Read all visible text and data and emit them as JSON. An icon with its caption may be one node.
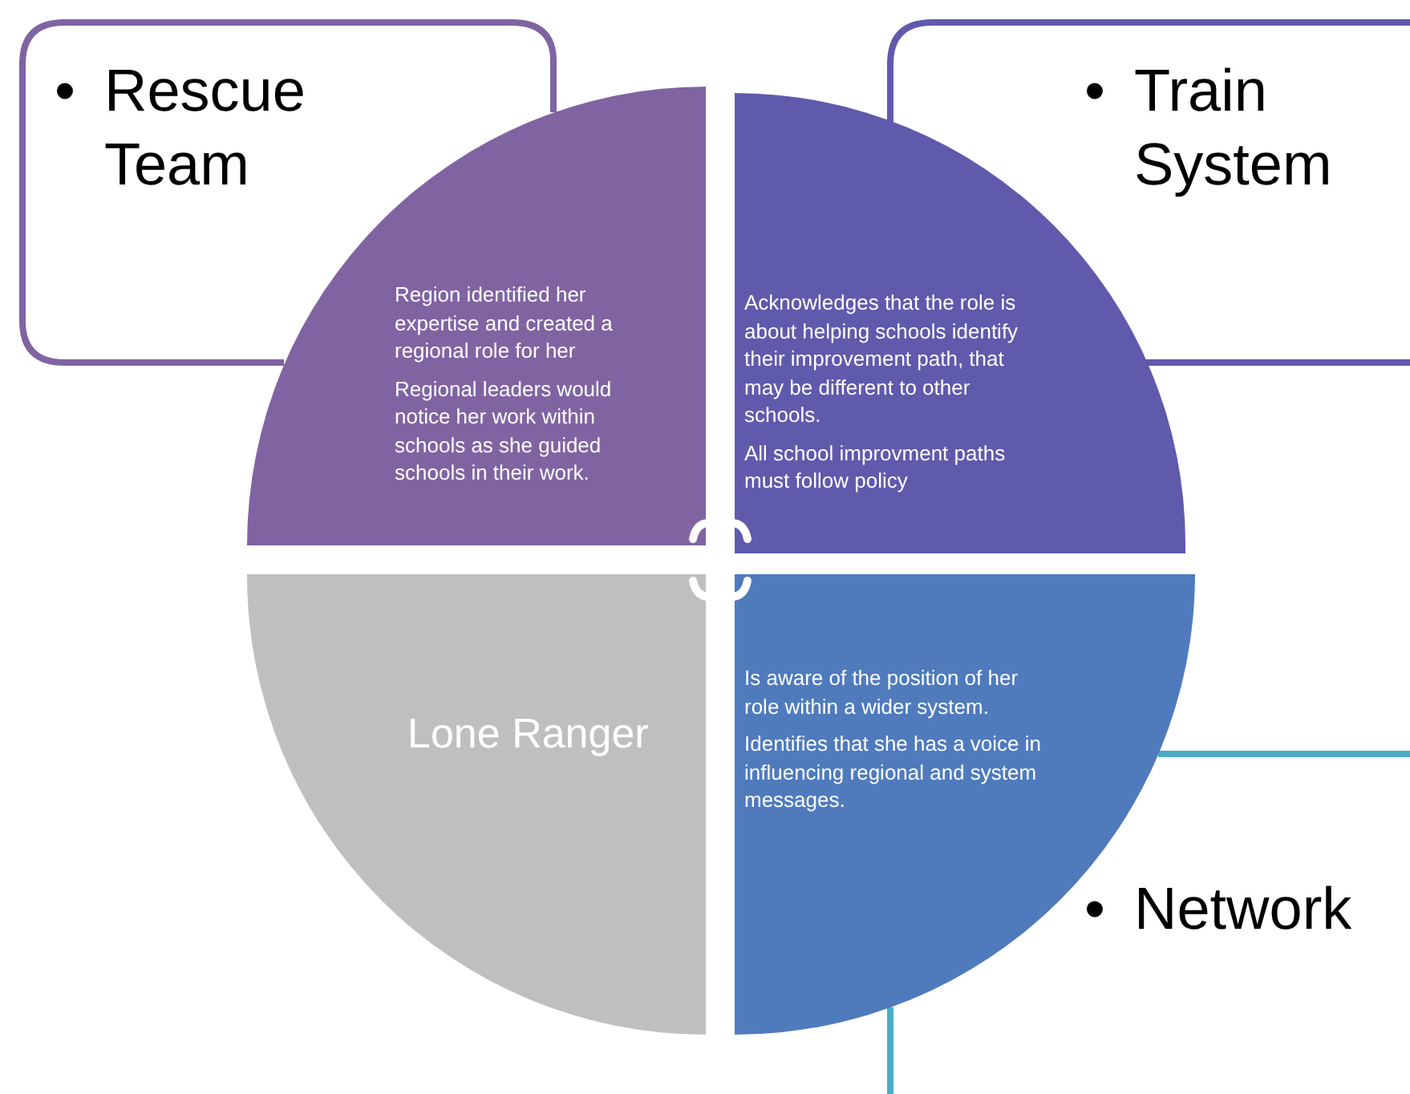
{
  "diagram": {
    "nodes": [
      {
        "text": [
          "•",
          "Rescue Team"
        ]
      },
      {
        "text": [
          "•",
          "Train System"
        ]
      },
      {
        "text": [
          "Region identified her expertise and created a regional role for her",
          "Regional leaders would notice her work within schools as she guided schools in their work."
        ]
      },
      {
        "text": [
          "Acknowledges that the role is about helping schools identify their improvement path, that may be different to other schools.",
          "All school improvment paths must follow policy"
        ]
      },
      {
        "text": [
          "Lone Ranger"
        ]
      },
      {
        "text": [
          "Is aware of the position of her role within a wider system.",
          "Identifies that she has a voice in influencing regional and system messages."
        ]
      },
      {
        "text": [
          "•",
          "Network"
        ]
      }
    ]
  }
}
